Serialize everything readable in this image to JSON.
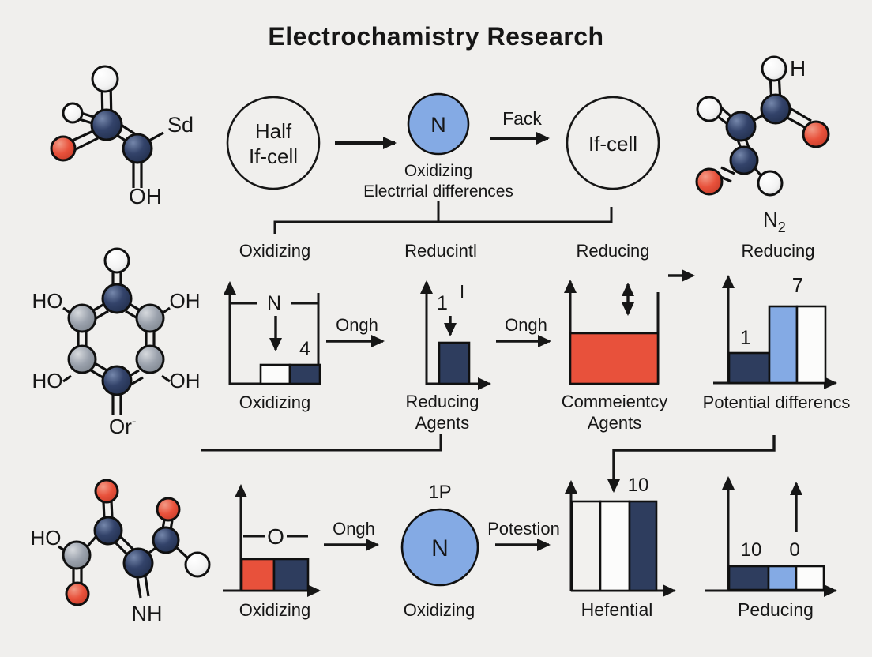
{
  "title": "Electrochamistry Research",
  "colors": {
    "background": "#f0efed",
    "ink": "#161616",
    "accent_blue": "#84aae4",
    "navy": "#2e3d5e",
    "red": "#e8513b",
    "bar_white": "#fcfcfb",
    "bar_offwhite": "#f2f1ee"
  },
  "top": {
    "mol_left": {
      "sd": "Sd",
      "oh": "OH"
    },
    "half_circle": {
      "l1": "Half",
      "l2": "If-cell"
    },
    "n_circle": {
      "n": "N",
      "cap1": "Oxidizing",
      "cap2": "Electrrial differences"
    },
    "fack": "Fack",
    "ifcell": "If-cell",
    "mol_right": {
      "h": "H",
      "n2": "N",
      "n2sub": "2"
    }
  },
  "mid": {
    "mol": {
      "ho1": "HO",
      "oh1": "OH",
      "ho2": "HO",
      "oh2": "OH",
      "or": "Or",
      "orsup": "-"
    },
    "headers": [
      "Oxidizing",
      "Reducintl",
      "Reducing",
      "Reducing"
    ],
    "chartA": {
      "n": "N",
      "v": "4",
      "cap": "Oxidizing"
    },
    "ongh1": "Ongh",
    "chartB": {
      "v": "1",
      "sup": "l",
      "cap1": "Reducing",
      "cap2": "Agents"
    },
    "ongh2": "Ongh",
    "chartC": {
      "cap1": "Commeientcy",
      "cap2": "Agents"
    },
    "chartD": {
      "v1": "1",
      "v2": "7",
      "cap": "Potential differencs"
    }
  },
  "bot": {
    "mol": {
      "ho": "HO",
      "nh": "NH"
    },
    "chartE": {
      "o": "O",
      "cap": "Oxidizing"
    },
    "ongh3": "Ongh",
    "n_circle": {
      "top": "1P",
      "n": "N",
      "cap": "Oxidizing"
    },
    "potestion": "Potestion",
    "chartF": {
      "v": "10",
      "cap": "Hefential"
    },
    "chartG": {
      "v1": "10",
      "v2": "0",
      "cap": "Peducing"
    }
  }
}
